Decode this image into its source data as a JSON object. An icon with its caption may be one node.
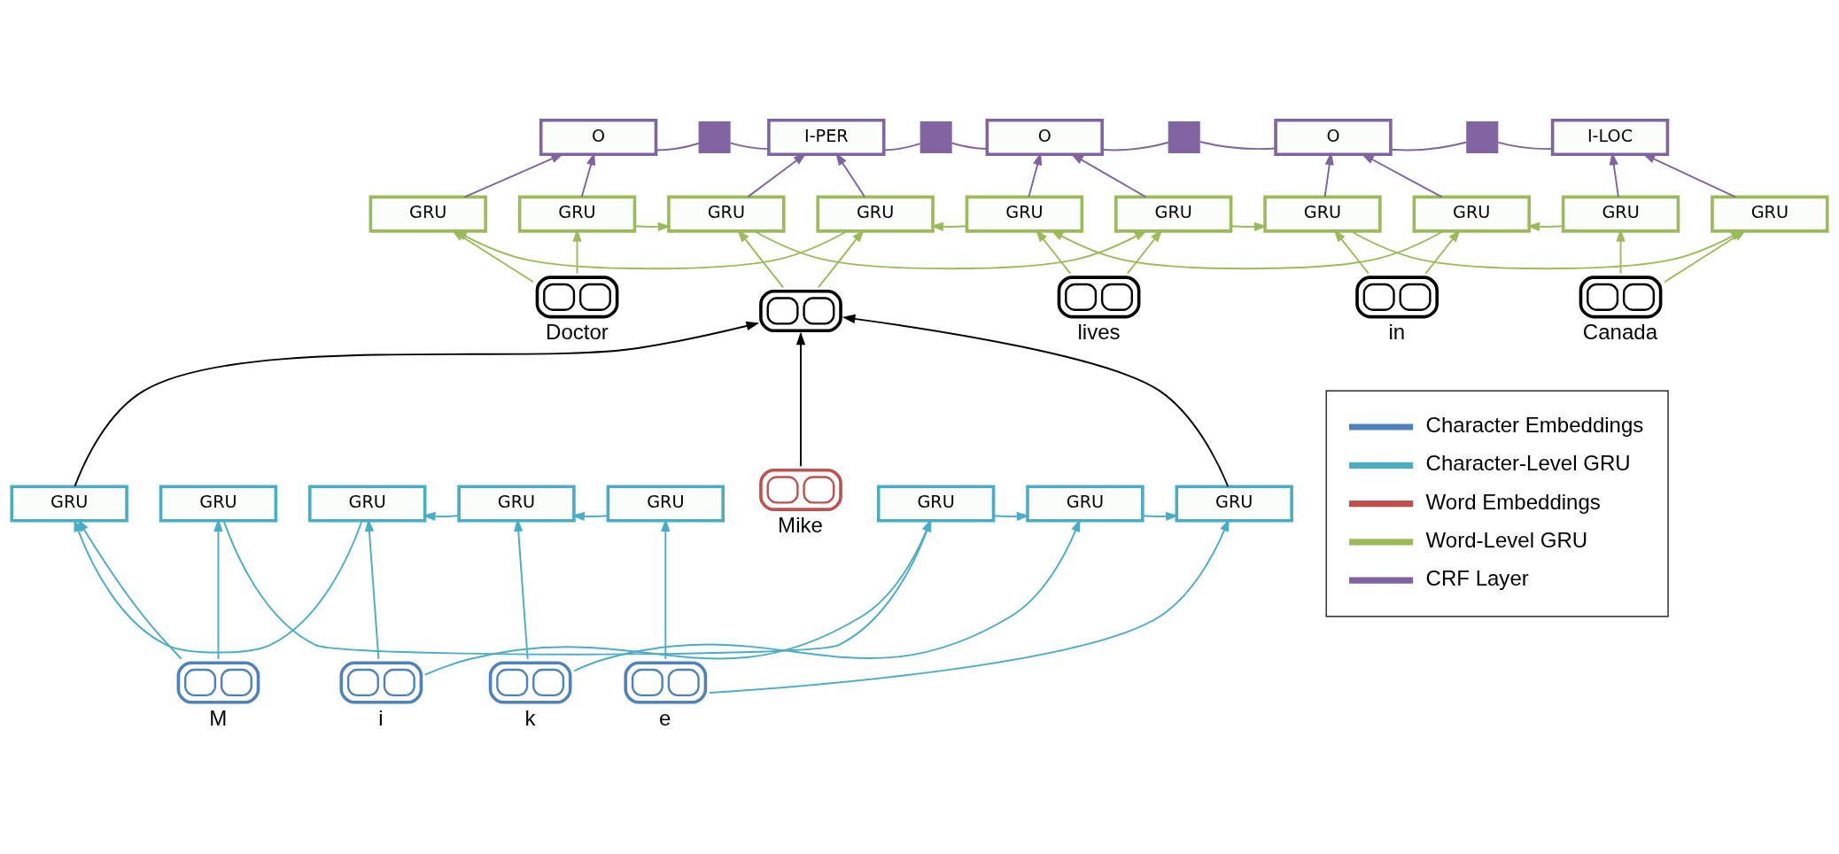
{
  "diagram": {
    "nodes": [
      {
        "text": [
          "O"
        ]
      },
      {
        "text": [],
        "shape": "box"
      },
      {
        "text": [
          "I-PER"
        ]
      },
      {
        "text": [],
        "shape": "box"
      },
      {
        "text": [
          "O"
        ]
      },
      {
        "text": [],
        "shape": "box"
      },
      {
        "text": [
          "O"
        ]
      },
      {
        "text": [],
        "shape": "box"
      },
      {
        "text": [
          "I-LOC"
        ]
      },
      {
        "text": [
          "GRU"
        ]
      },
      {
        "text": [
          "GRU"
        ]
      },
      {
        "text": [
          "GRU"
        ]
      },
      {
        "text": [
          "GRU"
        ]
      },
      {
        "text": [
          "GRU"
        ]
      },
      {
        "text": [
          "GRU"
        ]
      },
      {
        "text": [
          "GRU"
        ]
      },
      {
        "text": [
          "GRU"
        ]
      },
      {
        "text": [
          "GRU"
        ]
      },
      {
        "text": [
          "GRU"
        ]
      },
      {
        "text": [],
        "shape": "box",
        "beside": [
          "Doctor"
        ]
      },
      {
        "text": [],
        "shape": "box"
      },
      {
        "text": [],
        "shape": "box",
        "beside": [
          "lives"
        ]
      },
      {
        "text": [],
        "shape": "box",
        "beside": [
          "in"
        ]
      },
      {
        "text": [],
        "shape": "box",
        "beside": [
          "Canada"
        ]
      },
      {
        "text": [
          "GRU"
        ]
      },
      {
        "text": [
          "GRU"
        ]
      },
      {
        "text": [
          "GRU"
        ]
      },
      {
        "text": [
          "GRU"
        ]
      },
      {
        "text": [],
        "shape": "box",
        "beside": [
          "Mike"
        ]
      },
      {
        "text": [
          "GRU"
        ]
      },
      {
        "text": [
          "GRU"
        ]
      },
      {
        "text": [
          "GRU"
        ]
      },
      {
        "text": [
          "GRU"
        ]
      },
      {
        "text": [],
        "shape": "box",
        "beside": [
          "M"
        ]
      },
      {
        "text": [],
        "shape": "box",
        "beside": [
          "i"
        ]
      },
      {
        "text": [],
        "shape": "box",
        "beside": [
          "k"
        ]
      },
      {
        "text": [],
        "shape": "box",
        "beside": [
          "e"
        ]
      }
    ],
    "edges": [
      {
        "from": 0,
        "to": 1,
        "arrow": "none",
        "color": "#8064a2"
      },
      {
        "from": 1,
        "to": 2,
        "arrow": "none",
        "color": "#8064a2"
      },
      {
        "from": 2,
        "to": 3,
        "arrow": "none",
        "color": "#8064a2"
      },
      {
        "from": 3,
        "to": 4,
        "arrow": "none",
        "color": "#8064a2"
      },
      {
        "from": 4,
        "to": 5,
        "arrow": "none",
        "color": "#8064a2"
      },
      {
        "from": 5,
        "to": 6,
        "arrow": "none",
        "color": "#8064a2"
      },
      {
        "from": 6,
        "to": 7,
        "arrow": "none",
        "color": "#8064a2"
      },
      {
        "from": 7,
        "to": 8,
        "arrow": "none",
        "color": "#8064a2"
      },
      {
        "from": 19,
        "to": 14,
        "arrow": "to",
        "color": "#9bbb59"
      },
      {
        "from": 19,
        "to": 9,
        "arrow": "to",
        "color": "#9bbb59"
      },
      {
        "from": 14,
        "to": 0,
        "arrow": "to",
        "color": "#8064a2"
      },
      {
        "from": 9,
        "to": 0,
        "arrow": "to",
        "color": "#8064a2"
      },
      {
        "from": 20,
        "to": 15,
        "arrow": "to",
        "color": "#9bbb59"
      },
      {
        "from": 20,
        "to": 10,
        "arrow": "to",
        "color": "#9bbb59"
      },
      {
        "from": 15,
        "to": 2,
        "arrow": "to",
        "color": "#8064a2"
      },
      {
        "from": 10,
        "to": 2,
        "arrow": "to",
        "color": "#8064a2"
      },
      {
        "from": 21,
        "to": 16,
        "arrow": "to",
        "color": "#9bbb59"
      },
      {
        "from": 21,
        "to": 11,
        "arrow": "to",
        "color": "#9bbb59"
      },
      {
        "from": 16,
        "to": 4,
        "arrow": "to",
        "color": "#8064a2"
      },
      {
        "from": 11,
        "to": 4,
        "arrow": "to",
        "color": "#8064a2"
      },
      {
        "from": 22,
        "to": 17,
        "arrow": "to",
        "color": "#9bbb59"
      },
      {
        "from": 22,
        "to": 12,
        "arrow": "to",
        "color": "#9bbb59"
      },
      {
        "from": 17,
        "to": 6,
        "arrow": "to",
        "color": "#8064a2"
      },
      {
        "from": 12,
        "to": 6,
        "arrow": "to",
        "color": "#8064a2"
      },
      {
        "from": 23,
        "to": 18,
        "arrow": "to",
        "color": "#9bbb59"
      },
      {
        "from": 23,
        "to": 13,
        "arrow": "to",
        "color": "#9bbb59"
      },
      {
        "from": 18,
        "to": 8,
        "arrow": "to",
        "color": "#8064a2"
      },
      {
        "from": 13,
        "to": 8,
        "arrow": "to",
        "color": "#8064a2"
      },
      {
        "from": 14,
        "to": 15,
        "arrow": "to",
        "color": "#9bbb59"
      },
      {
        "from": 15,
        "to": 16,
        "arrow": "to",
        "color": "#9bbb59"
      },
      {
        "from": 16,
        "to": 17,
        "arrow": "to",
        "color": "#9bbb59"
      },
      {
        "from": 17,
        "to": 18,
        "arrow": "to",
        "color": "#9bbb59"
      },
      {
        "from": 10,
        "to": 9,
        "arrow": "to",
        "color": "#9bbb59"
      },
      {
        "from": 11,
        "to": 10,
        "arrow": "to",
        "color": "#9bbb59"
      },
      {
        "from": 12,
        "to": 11,
        "arrow": "to",
        "color": "#9bbb59"
      },
      {
        "from": 13,
        "to": 12,
        "arrow": "to",
        "color": "#9bbb59"
      },
      {
        "from": 33,
        "to": 29,
        "arrow": "to",
        "color": "#4bacc6"
      },
      {
        "from": 33,
        "to": 24,
        "arrow": "to",
        "color": "#4bacc6"
      },
      {
        "from": 34,
        "to": 30,
        "arrow": "to",
        "color": "#4bacc6"
      },
      {
        "from": 34,
        "to": 25,
        "arrow": "to",
        "color": "#4bacc6"
      },
      {
        "from": 35,
        "to": 31,
        "arrow": "to",
        "color": "#4bacc6"
      },
      {
        "from": 35,
        "to": 26,
        "arrow": "to",
        "color": "#4bacc6"
      },
      {
        "from": 36,
        "to": 32,
        "arrow": "to",
        "color": "#4bacc6"
      },
      {
        "from": 36,
        "to": 27,
        "arrow": "to",
        "color": "#4bacc6"
      },
      {
        "from": 29,
        "to": 30,
        "arrow": "to",
        "color": "#4bacc6"
      },
      {
        "from": 30,
        "to": 31,
        "arrow": "to",
        "color": "#4bacc6"
      },
      {
        "from": 31,
        "to": 32,
        "arrow": "to",
        "color": "#4bacc6"
      },
      {
        "from": 25,
        "to": 24,
        "arrow": "to",
        "color": "#4bacc6"
      },
      {
        "from": 26,
        "to": 25,
        "arrow": "to",
        "color": "#4bacc6"
      },
      {
        "from": 27,
        "to": 26,
        "arrow": "to",
        "color": "#4bacc6"
      },
      {
        "from": 24,
        "to": 20,
        "arrow": "to",
        "color": "#000000"
      },
      {
        "from": 32,
        "to": 20,
        "arrow": "to",
        "color": "#000000"
      },
      {
        "from": 28,
        "to": 20,
        "arrow": "to",
        "color": "#000000"
      }
    ],
    "legend": [
      {
        "text": "Character Embeddings",
        "color": "#4f81bd"
      },
      {
        "text": "Character-Level GRU",
        "color": "#4bacc6"
      },
      {
        "text": "Word Embeddings",
        "color": "#c0504d"
      },
      {
        "text": "Word-Level GRU",
        "color": "#9bbb59"
      },
      {
        "text": "CRF Layer",
        "color": "#8064a2"
      }
    ]
  }
}
